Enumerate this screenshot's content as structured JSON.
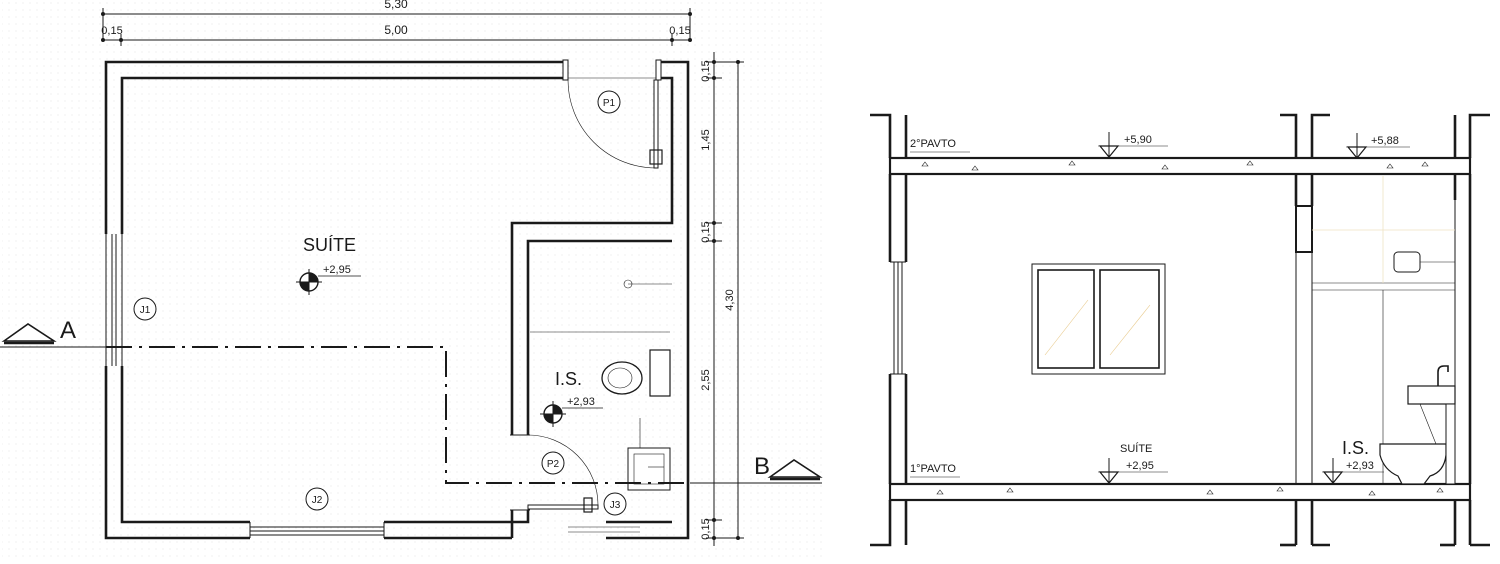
{
  "plan": {
    "dim_total": "5,30",
    "dim_wall_left": "0,15",
    "dim_interior": "5,00",
    "dim_wall_right": "0,15",
    "vdim_top_wall": "0,15",
    "vdim_upper": "1,45",
    "vdim_mid_wall": "0,15",
    "vdim_total": "4,30",
    "vdim_lower": "2,55",
    "vdim_bottom_wall": "0,15",
    "room_suite": "SUÍTE",
    "level_suite": "+2,95",
    "room_is": "I.S.",
    "level_is": "+2,93",
    "tag_p1": "P1",
    "tag_p2": "P2",
    "tag_j1": "J1",
    "tag_j2": "J2",
    "tag_j3": "J3",
    "section_a": "A",
    "section_b": "B"
  },
  "section": {
    "floor2_label": "2°PAVTO",
    "floor2_level_main": "+5,90",
    "floor2_level_bath": "+5,88",
    "floor1_label": "1°PAVTO",
    "room_suite": "SUÍTE",
    "level_suite": "+2,95",
    "room_is": "I.S.",
    "level_is": "+2,93"
  }
}
